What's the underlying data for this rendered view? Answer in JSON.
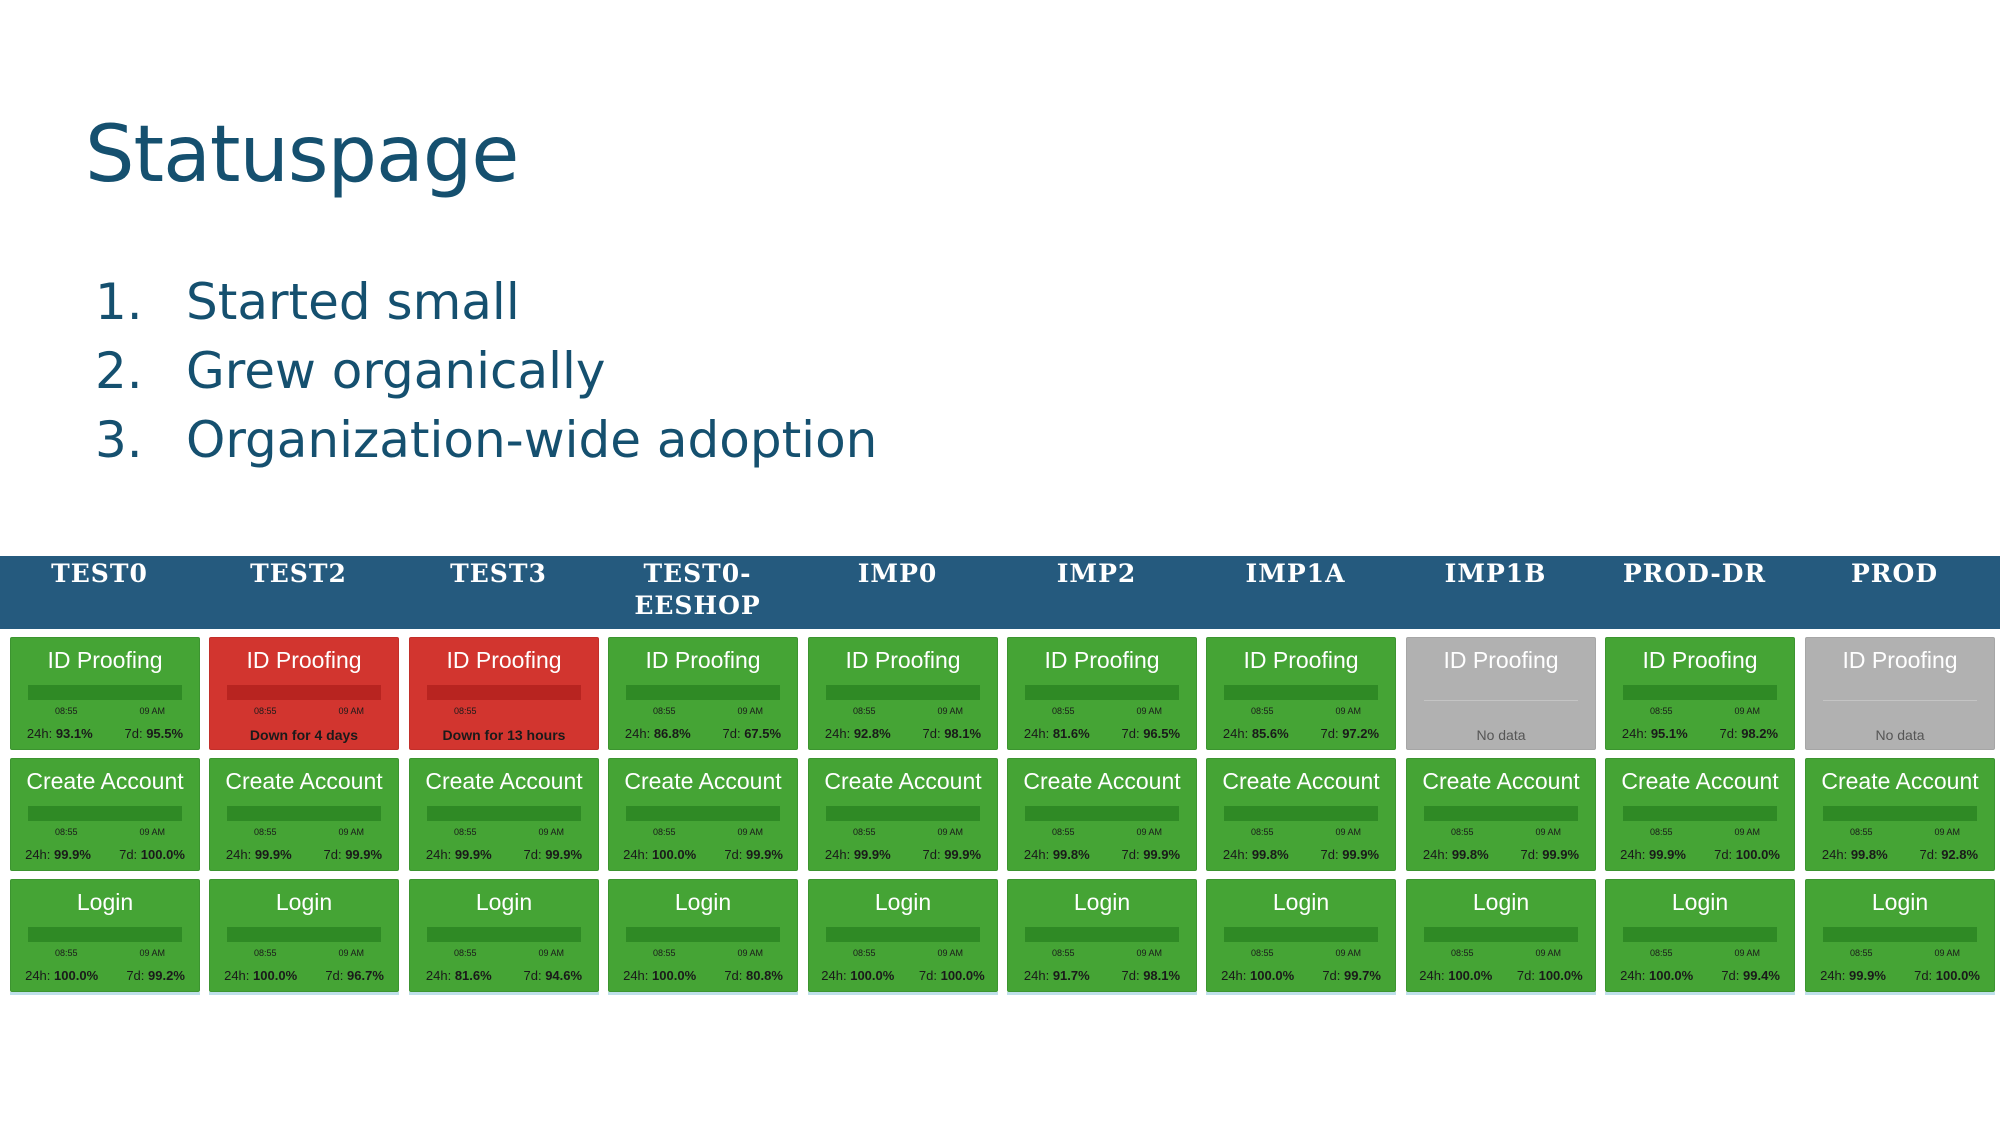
{
  "slide": {
    "title": "Statuspage",
    "bullets": [
      {
        "num": "1.",
        "text": "Started small"
      },
      {
        "num": "2.",
        "text": "Grew organically"
      },
      {
        "num": "3.",
        "text": "Organization-wide adoption"
      }
    ]
  },
  "colors": {
    "title": "#15506f",
    "header_bg": "#255a7e",
    "status_ok": "#45a435",
    "status_down": "#d2352f",
    "status_nodata": "#b1b1b1"
  },
  "environments": [
    {
      "name": "TEST0",
      "services": [
        {
          "title": "ID Proofing",
          "status": "green",
          "t1": "08:55",
          "t2": "09 AM",
          "d24_label": "24h:",
          "d24": "93.1%",
          "d7_label": "7d:",
          "d7": "95.5%"
        },
        {
          "title": "Create Account",
          "status": "green",
          "t1": "08:55",
          "t2": "09 AM",
          "d24_label": "24h:",
          "d24": "99.9%",
          "d7_label": "7d:",
          "d7": "100.0%"
        },
        {
          "title": "Login",
          "status": "green",
          "t1": "08:55",
          "t2": "09 AM",
          "d24_label": "24h:",
          "d24": "100.0%",
          "d7_label": "7d:",
          "d7": "99.2%"
        }
      ]
    },
    {
      "name": "TEST2",
      "services": [
        {
          "title": "ID Proofing",
          "status": "red",
          "t1": "08:55",
          "t2": "09 AM",
          "message": "Down for 4 days"
        },
        {
          "title": "Create Account",
          "status": "green",
          "t1": "08:55",
          "t2": "09 AM",
          "d24_label": "24h:",
          "d24": "99.9%",
          "d7_label": "7d:",
          "d7": "99.9%"
        },
        {
          "title": "Login",
          "status": "green",
          "t1": "08:55",
          "t2": "09 AM",
          "d24_label": "24h:",
          "d24": "100.0%",
          "d7_label": "7d:",
          "d7": "96.7%"
        }
      ]
    },
    {
      "name": "TEST3",
      "services": [
        {
          "title": "ID Proofing",
          "status": "red",
          "t1": "08:55",
          "t2": "",
          "message": "Down for 13 hours"
        },
        {
          "title": "Create Account",
          "status": "green",
          "t1": "08:55",
          "t2": "09 AM",
          "d24_label": "24h:",
          "d24": "99.9%",
          "d7_label": "7d:",
          "d7": "99.9%"
        },
        {
          "title": "Login",
          "status": "green",
          "t1": "08:55",
          "t2": "09 AM",
          "d24_label": "24h:",
          "d24": "81.6%",
          "d7_label": "7d:",
          "d7": "94.6%"
        }
      ]
    },
    {
      "name": "TEST0-\nEESHOP",
      "services": [
        {
          "title": "ID Proofing",
          "status": "green",
          "t1": "08:55",
          "t2": "09 AM",
          "d24_label": "24h:",
          "d24": "86.8%",
          "d7_label": "7d:",
          "d7": "67.5%"
        },
        {
          "title": "Create Account",
          "status": "green",
          "t1": "08:55",
          "t2": "09 AM",
          "d24_label": "24h:",
          "d24": "100.0%",
          "d7_label": "7d:",
          "d7": "99.9%"
        },
        {
          "title": "Login",
          "status": "green",
          "t1": "08:55",
          "t2": "09 AM",
          "d24_label": "24h:",
          "d24": "100.0%",
          "d7_label": "7d:",
          "d7": "80.8%"
        }
      ]
    },
    {
      "name": "IMP0",
      "services": [
        {
          "title": "ID Proofing",
          "status": "green",
          "t1": "08:55",
          "t2": "09 AM",
          "d24_label": "24h:",
          "d24": "92.8%",
          "d7_label": "7d:",
          "d7": "98.1%"
        },
        {
          "title": "Create Account",
          "status": "green",
          "t1": "08:55",
          "t2": "09 AM",
          "d24_label": "24h:",
          "d24": "99.9%",
          "d7_label": "7d:",
          "d7": "99.9%"
        },
        {
          "title": "Login",
          "status": "green",
          "t1": "08:55",
          "t2": "09 AM",
          "d24_label": "24h:",
          "d24": "100.0%",
          "d7_label": "7d:",
          "d7": "100.0%"
        }
      ]
    },
    {
      "name": "IMP2",
      "services": [
        {
          "title": "ID Proofing",
          "status": "green",
          "t1": "08:55",
          "t2": "09 AM",
          "d24_label": "24h:",
          "d24": "81.6%",
          "d7_label": "7d:",
          "d7": "96.5%"
        },
        {
          "title": "Create Account",
          "status": "green",
          "t1": "08:55",
          "t2": "09 AM",
          "d24_label": "24h:",
          "d24": "99.8%",
          "d7_label": "7d:",
          "d7": "99.9%"
        },
        {
          "title": "Login",
          "status": "green",
          "t1": "08:55",
          "t2": "09 AM",
          "d24_label": "24h:",
          "d24": "91.7%",
          "d7_label": "7d:",
          "d7": "98.1%"
        }
      ]
    },
    {
      "name": "IMP1A",
      "services": [
        {
          "title": "ID Proofing",
          "status": "green",
          "t1": "08:55",
          "t2": "09 AM",
          "d24_label": "24h:",
          "d24": "85.6%",
          "d7_label": "7d:",
          "d7": "97.2%"
        },
        {
          "title": "Create Account",
          "status": "green",
          "t1": "08:55",
          "t2": "09 AM",
          "d24_label": "24h:",
          "d24": "99.8%",
          "d7_label": "7d:",
          "d7": "99.9%"
        },
        {
          "title": "Login",
          "status": "green",
          "t1": "08:55",
          "t2": "09 AM",
          "d24_label": "24h:",
          "d24": "100.0%",
          "d7_label": "7d:",
          "d7": "99.7%"
        }
      ]
    },
    {
      "name": "IMP1B",
      "services": [
        {
          "title": "ID Proofing",
          "status": "gray",
          "message": "No data"
        },
        {
          "title": "Create Account",
          "status": "green",
          "t1": "08:55",
          "t2": "09 AM",
          "d24_label": "24h:",
          "d24": "99.8%",
          "d7_label": "7d:",
          "d7": "99.9%"
        },
        {
          "title": "Login",
          "status": "green",
          "t1": "08:55",
          "t2": "09 AM",
          "d24_label": "24h:",
          "d24": "100.0%",
          "d7_label": "7d:",
          "d7": "100.0%"
        }
      ]
    },
    {
      "name": "PROD-DR",
      "services": [
        {
          "title": "ID Proofing",
          "status": "green",
          "t1": "08:55",
          "t2": "09 AM",
          "d24_label": "24h:",
          "d24": "95.1%",
          "d7_label": "7d:",
          "d7": "98.2%"
        },
        {
          "title": "Create Account",
          "status": "green",
          "t1": "08:55",
          "t2": "09 AM",
          "d24_label": "24h:",
          "d24": "99.9%",
          "d7_label": "7d:",
          "d7": "100.0%"
        },
        {
          "title": "Login",
          "status": "green",
          "t1": "08:55",
          "t2": "09 AM",
          "d24_label": "24h:",
          "d24": "100.0%",
          "d7_label": "7d:",
          "d7": "99.4%"
        }
      ]
    },
    {
      "name": "PROD",
      "services": [
        {
          "title": "ID Proofing",
          "status": "gray",
          "message": "No data"
        },
        {
          "title": "Create Account",
          "status": "green",
          "t1": "08:55",
          "t2": "09 AM",
          "d24_label": "24h:",
          "d24": "99.8%",
          "d7_label": "7d:",
          "d7": "92.8%"
        },
        {
          "title": "Login",
          "status": "green",
          "t1": "08:55",
          "t2": "09 AM",
          "d24_label": "24h:",
          "d24": "99.9%",
          "d7_label": "7d:",
          "d7": "100.0%"
        }
      ]
    }
  ]
}
